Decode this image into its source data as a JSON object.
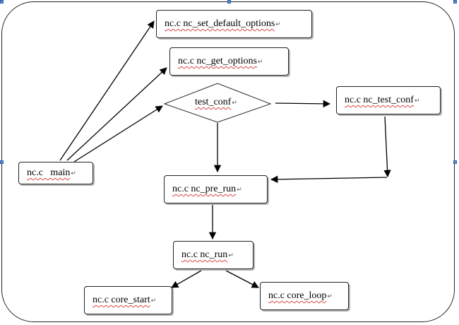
{
  "nodes": {
    "set_default_options": "nc.c nc_set_default_options",
    "get_options": "nc.c nc_get_options",
    "test_conf_decision": "test_conf",
    "nc_test_conf": "nc.c nc_test_conf",
    "main": "nc.c   main",
    "pre_run": "nc.c nc_pre_run",
    "run": "nc.c nc_run",
    "core_start": "nc.c core_start",
    "core_loop": "nc.c core_loop"
  },
  "paragraph_mark": "↵"
}
